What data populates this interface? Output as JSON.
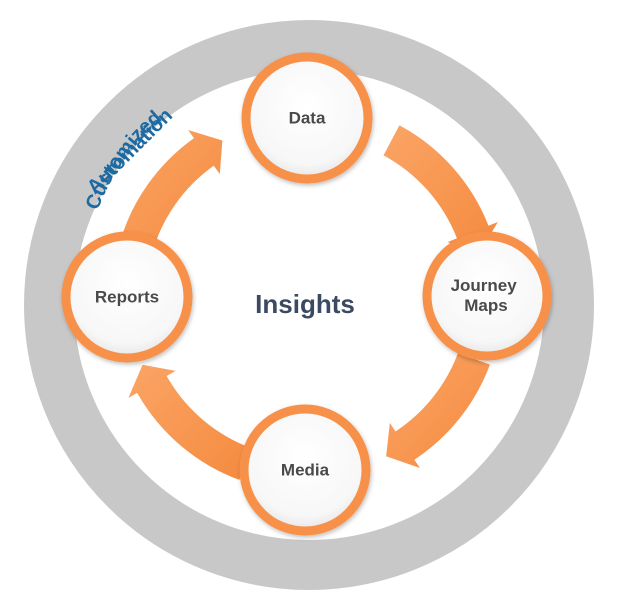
{
  "center": {
    "label": "Insights"
  },
  "outer_ring": {
    "line1": "Customized",
    "line2": "Automation"
  },
  "nodes": [
    {
      "id": "data",
      "label": "Data"
    },
    {
      "id": "journey-maps",
      "label_line1": "Journey",
      "label_line2": "Maps"
    },
    {
      "id": "media",
      "label": "Media"
    },
    {
      "id": "reports",
      "label": "Reports"
    }
  ],
  "colors": {
    "outer_ring": "#c8c8c8",
    "arrow": "#f89b55",
    "node_border": "#f7904a",
    "text": "#4a4a4a",
    "center_text": "#3b4a63",
    "ring_text": "#1b6aa3"
  }
}
